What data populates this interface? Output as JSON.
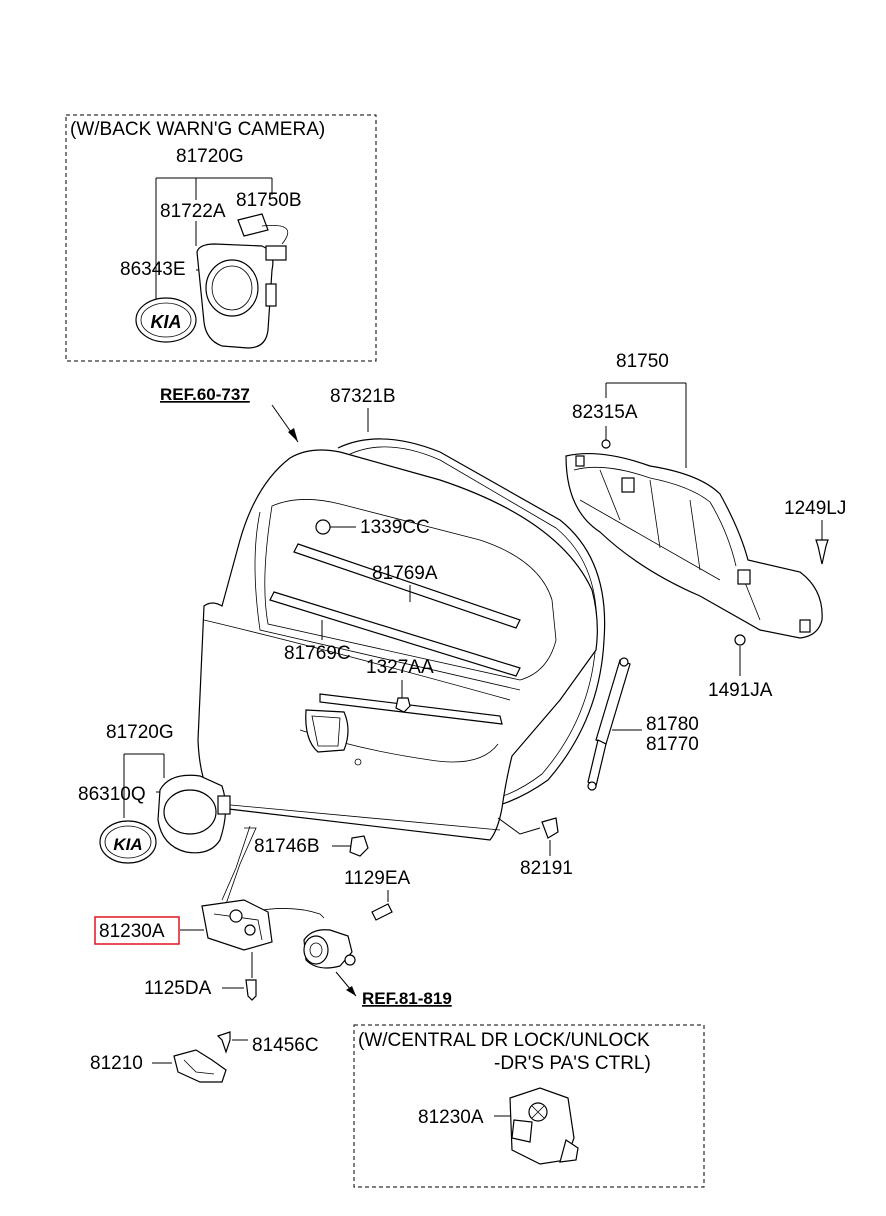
{
  "boxes": {
    "camera": {
      "title": "(W/BACK WARN'G CAMERA)"
    },
    "central_lock": {
      "title_line1": "(W/CENTRAL DR LOCK/UNLOCK",
      "title_line2": "-DR'S  PA'S CTRL)"
    }
  },
  "references": [
    "REF.60-737",
    "REF.81-819"
  ],
  "part_labels": {
    "p81720G_top": "81720G",
    "p81722A": "81722A",
    "p81750B": "81750B",
    "p86343E": "86343E",
    "p81750": "81750",
    "p82315A": "82315A",
    "p87321B": "87321B",
    "p1339CC": "1339CC",
    "p81769A": "81769A",
    "p81769C": "81769C",
    "p1327AA": "1327AA",
    "p1249LJ": "1249LJ",
    "p1491JA": "1491JA",
    "p81780": "81780",
    "p81770": "81770",
    "p81720G_low": "81720G",
    "p86310Q": "86310Q",
    "p81746B": "81746B",
    "p82191": "82191",
    "p1129EA": "1129EA",
    "p81230A": "81230A",
    "p1125DA": "1125DA",
    "p81210": "81210",
    "p81456C": "81456C",
    "p81230A_box": "81230A"
  },
  "highlighted_part": "81230A",
  "highlight_color": "#e0141e",
  "logo_text": "KIA"
}
